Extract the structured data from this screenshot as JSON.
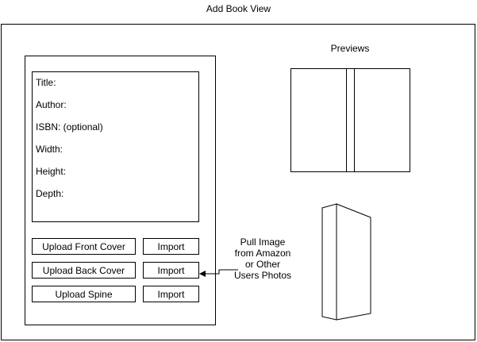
{
  "page_title": "Add Book View",
  "form": {
    "fields": [
      {
        "label": "Title:"
      },
      {
        "label": "Author:"
      },
      {
        "label": "ISBN: (optional)"
      },
      {
        "label": "Width:"
      },
      {
        "label": "Height:"
      },
      {
        "label": "Depth:"
      }
    ],
    "buttons": [
      {
        "upload_label": "Upload Front Cover",
        "import_label": "Import"
      },
      {
        "upload_label": "Upload Back Cover",
        "import_label": "Import"
      },
      {
        "upload_label": "Upload Spine",
        "import_label": "Import"
      }
    ]
  },
  "import_note": "Pull Image from Amazon or Other Users Photos",
  "previews": {
    "label": "Previews"
  }
}
